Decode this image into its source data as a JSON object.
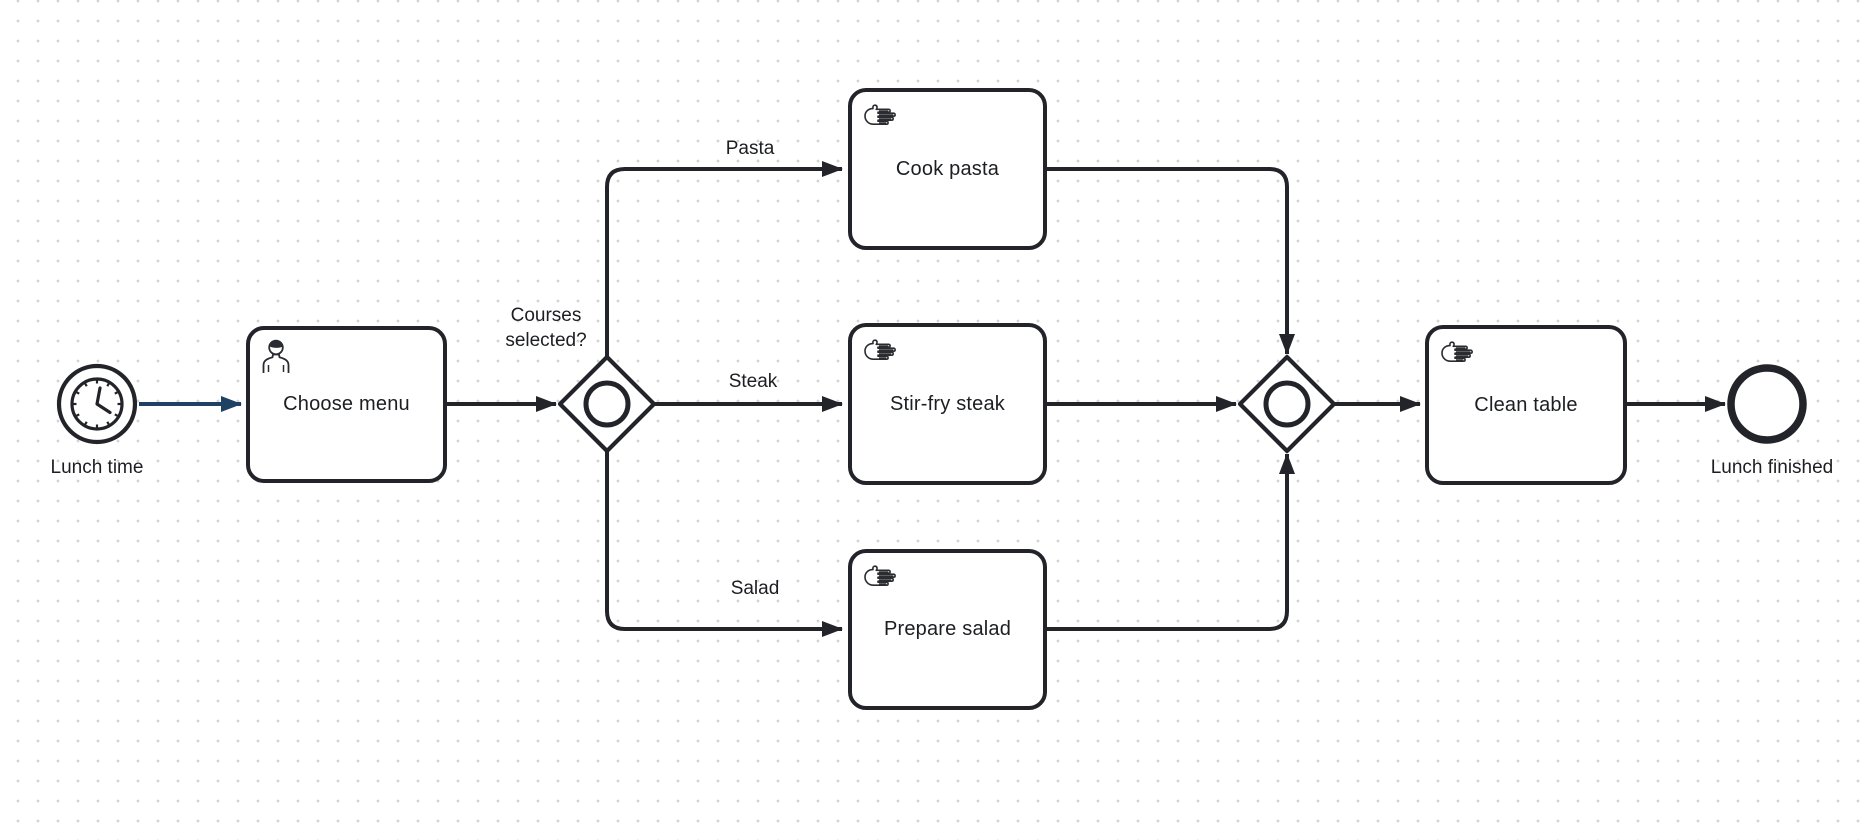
{
  "app": {
    "name": "BPMN process diagram canvas"
  },
  "colors": {
    "stroke": "#22242a",
    "flow_highlight": "#1e4164",
    "shape_fill": "#ffffff",
    "grid_dot": "#d3d3d3",
    "label_text": "#1c1e22"
  },
  "process": {
    "start_event": {
      "label": "Lunch time",
      "kind": "timer start event",
      "icon": "timer-clock-icon"
    },
    "tasks": {
      "choose_menu": {
        "label": "Choose menu",
        "kind": "user task",
        "icon": "user-icon"
      },
      "cook_pasta": {
        "label": "Cook pasta",
        "kind": "manual task",
        "icon": "hand-icon"
      },
      "stir_fry_steak": {
        "label": "Stir-fry steak",
        "kind": "manual task",
        "icon": "hand-icon"
      },
      "prepare_salad": {
        "label": "Prepare salad",
        "kind": "manual task",
        "icon": "hand-icon"
      },
      "clean_table": {
        "label": "Clean table",
        "kind": "manual task",
        "icon": "hand-icon"
      }
    },
    "gateways": {
      "split": {
        "label": "Courses selected?",
        "kind": "inclusive gateway"
      },
      "join": {
        "label": "",
        "kind": "inclusive gateway"
      }
    },
    "flow_labels": {
      "pasta": "Pasta",
      "steak": "Steak",
      "salad": "Salad"
    },
    "end_event": {
      "label": "Lunch finished",
      "kind": "end event"
    }
  }
}
